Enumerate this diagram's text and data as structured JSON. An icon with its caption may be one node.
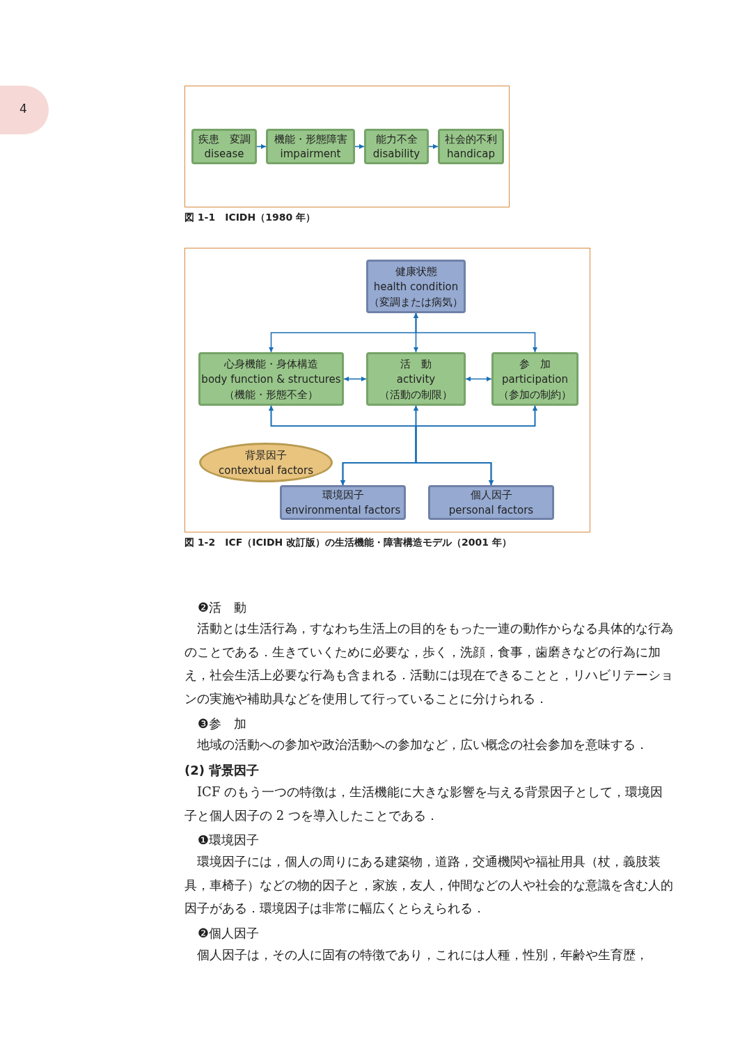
{
  "diagram": {
    "nodes": [
      {
        "text": [
          "疾患　変調",
          "disease"
        ]
      },
      {
        "text": [
          "機能・形態障害",
          "impairment"
        ]
      },
      {
        "text": [
          "能力不全",
          "disability"
        ]
      },
      {
        "text": [
          "社会的不利",
          "handicap"
        ]
      },
      {
        "text": [
          "健康状態",
          "health condition",
          "（変調または病気）"
        ]
      },
      {
        "text": [
          "心身機能・身体構造",
          "body function & structures",
          "（機能・形態不全）"
        ]
      },
      {
        "text": [
          "活　動",
          "activity",
          "（活動の制限）"
        ]
      },
      {
        "text": [
          "参　加",
          "participation",
          "（参加の制約）"
        ]
      },
      {
        "text": [
          "背景因子",
          "contextual factors"
        ]
      },
      {
        "text": [
          "環境因子",
          "environmental factors"
        ]
      },
      {
        "text": [
          "個人因子",
          "personal factors"
        ]
      }
    ],
    "edges": [
      {
        "from": 0,
        "to": 1,
        "arrow": "to"
      },
      {
        "from": 1,
        "to": 2,
        "arrow": "to"
      },
      {
        "from": 2,
        "to": 3,
        "arrow": "to"
      },
      {
        "from": 4,
        "to": 5,
        "arrow": "both"
      },
      {
        "from": 4,
        "to": 6,
        "arrow": "both"
      },
      {
        "from": 4,
        "to": 7,
        "arrow": "both"
      },
      {
        "from": 5,
        "to": 6,
        "arrow": "both"
      },
      {
        "from": 6,
        "to": 7,
        "arrow": "both"
      },
      {
        "from": 9,
        "to": 5,
        "arrow": "both"
      },
      {
        "from": 9,
        "to": 6,
        "arrow": "both"
      },
      {
        "from": 9,
        "to": 7,
        "arrow": "both"
      },
      {
        "from": 10,
        "to": 5,
        "arrow": "both"
      },
      {
        "from": 10,
        "to": 6,
        "arrow": "both"
      },
      {
        "from": 10,
        "to": 7,
        "arrow": "both"
      }
    ],
    "labels": [
      "4",
      "図 1-1　ICIDH（1980 年）",
      "図 1-2　ICF（ICIDH 改訂版）の生活機能・障害構造モデル（2001 年）",
      "❷活　動",
      "活動とは生活行為，すなわち生活上の目的をもった一連の動作からなる具体的な行為のことである．生きていくために必要な，歩く，洗顔，食事，歯磨きなどの行為に加え，社会生活上必要な行為も含まれる．活動には現在できることと，リハビリテーションの実施や補助具などを使用して行っていることに分けられる．",
      "❸参　加",
      "地域の活動への参加や政治活動への参加など，広い概念の社会参加を意味する．",
      "(2)  背景因子",
      "ICF のもう一つの特徴は，生活機能に大きな影響を与える背景因子として，環境因子と個人因子の 2 つを導入したことである．",
      "❶環境因子",
      "環境因子には，個人の周りにある建築物，道路，交通機関や福祉用具（杖，義肢装具，車椅子）などの物的因子と，家族，友人，仲間などの人や社会的な意識を含む人的因子がある．環境因子は非常に幅広くとらえられる．",
      "❷個人因子",
      "個人因子は，その人に固有の特徴であり，これには人種，性別，年齢や生育歴，"
    ]
  }
}
